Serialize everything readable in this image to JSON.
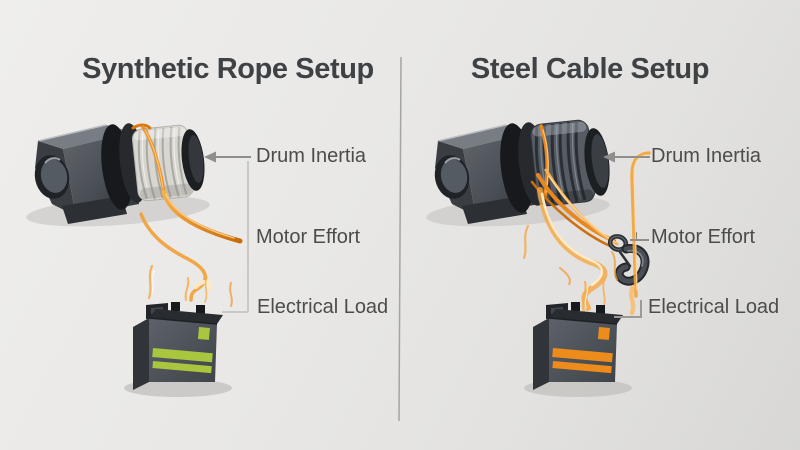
{
  "diagram": {
    "kind": "winch-energy-comparison",
    "background": "#e8e7e5",
    "divider_color": "#a5a4a2"
  },
  "panels": [
    {
      "id": "synthetic-rope",
      "title": "Synthetic Rope Setup",
      "labels": {
        "drum_inertia": "Drum Inertia",
        "motor_effort": "Motor Effort",
        "electrical_load": "Electrical Load"
      },
      "battery_accent": "#a9c63f",
      "rope_color": "#e8912a",
      "coil_style": "light braided synthetic rope"
    },
    {
      "id": "steel-cable",
      "title": "Steel Cable Setup",
      "labels": {
        "drum_inertia": "Drum Inertia",
        "motor_effort": "Motor Effort",
        "electrical_load": "Electrical Load"
      },
      "battery_accent": "#ee8c1b",
      "rope_color": "#e8871f",
      "coil_style": "dark wound steel cable"
    }
  ],
  "colors": {
    "title_text": "#3e4245",
    "label_text": "#4c4c4c",
    "connector_gray": "#8f8e8c",
    "connector_light": "#c9c8c5",
    "energy_glow": "#f5a83a",
    "energy_core": "#ffe8c4",
    "winch_dark": "#2c3036",
    "shadow": "#c7c6c4"
  }
}
